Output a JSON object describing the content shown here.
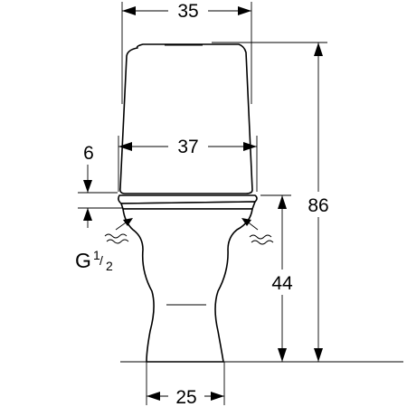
{
  "dimensions": {
    "tank_width": "35",
    "seat_width": "37",
    "seat_offset": "6",
    "total_height": "86",
    "seat_height": "44",
    "base_width": "25"
  },
  "connection": {
    "thread_prefix": "G",
    "thread_numerator": "1",
    "thread_slash": "/",
    "thread_denominator": "2"
  }
}
